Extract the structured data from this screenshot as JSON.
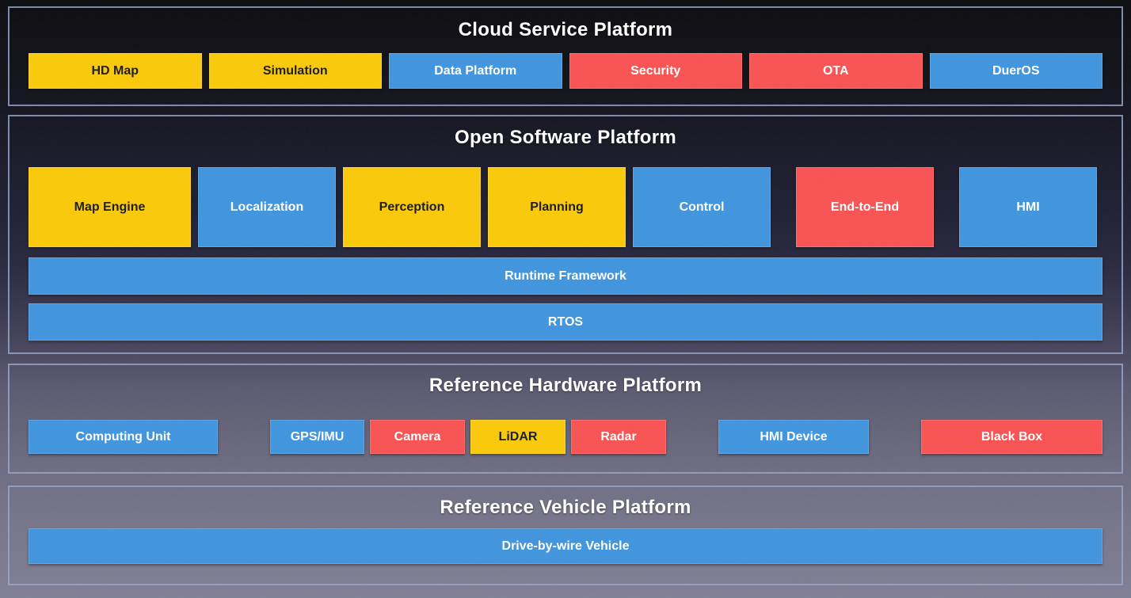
{
  "palette": {
    "yellow": "#F8C600",
    "blue": "#3990DB",
    "red": "#F74C4C",
    "dark_text": "#131313",
    "light_text": "#FFFFFF",
    "panel_border": "#94A4CB"
  },
  "sections": [
    {
      "title": "Cloud Service Platform",
      "boxes": [
        {
          "label": "HD Map",
          "bg": "#F8C600",
          "fg": "#131313"
        },
        {
          "label": "Simulation",
          "bg": "#F8C600",
          "fg": "#131313"
        },
        {
          "label": "Data Platform",
          "bg": "#3990DB",
          "fg": "#FFFFFF"
        },
        {
          "label": "Security",
          "bg": "#F74C4C",
          "fg": "#FFFFFF"
        },
        {
          "label": "OTA",
          "bg": "#F74C4C",
          "fg": "#FFFFFF"
        },
        {
          "label": "DuerOS",
          "bg": "#3990DB",
          "fg": "#FFFFFF"
        }
      ]
    },
    {
      "title": "Open Software Platform",
      "modules": [
        {
          "label": "Map Engine",
          "bg": "#F8C600",
          "fg": "#131313"
        },
        {
          "label": "Localization",
          "bg": "#3990DB",
          "fg": "#FFFFFF"
        },
        {
          "label": "Perception",
          "bg": "#F8C600",
          "fg": "#131313"
        },
        {
          "label": "Planning",
          "bg": "#F8C600",
          "fg": "#131313"
        },
        {
          "label": "Control",
          "bg": "#3990DB",
          "fg": "#FFFFFF"
        },
        {
          "label": "End-to-End",
          "bg": "#F74C4C",
          "fg": "#FFFFFF"
        },
        {
          "label": "HMI",
          "bg": "#3990DB",
          "fg": "#FFFFFF"
        }
      ],
      "bars": [
        {
          "label": "Runtime Framework",
          "bg": "#3990DB",
          "fg": "#FFFFFF"
        },
        {
          "label": "RTOS",
          "bg": "#3990DB",
          "fg": "#FFFFFF"
        }
      ]
    },
    {
      "title": "Reference Hardware Platform",
      "boxes": [
        {
          "label": "Computing Unit",
          "bg": "#3990DB",
          "fg": "#FFFFFF"
        },
        {
          "label": "GPS/IMU",
          "bg": "#3990DB",
          "fg": "#FFFFFF"
        },
        {
          "label": "Camera",
          "bg": "#F74C4C",
          "fg": "#FFFFFF"
        },
        {
          "label": "LiDAR",
          "bg": "#F8C600",
          "fg": "#131313"
        },
        {
          "label": "Radar",
          "bg": "#F74C4C",
          "fg": "#FFFFFF"
        },
        {
          "label": "HMI Device",
          "bg": "#3990DB",
          "fg": "#FFFFFF"
        },
        {
          "label": "Black Box",
          "bg": "#F74C4C",
          "fg": "#FFFFFF"
        }
      ]
    },
    {
      "title": "Reference Vehicle Platform",
      "bars": [
        {
          "label": "Drive-by-wire Vehicle",
          "bg": "#3990DB",
          "fg": "#FFFFFF"
        }
      ]
    }
  ]
}
